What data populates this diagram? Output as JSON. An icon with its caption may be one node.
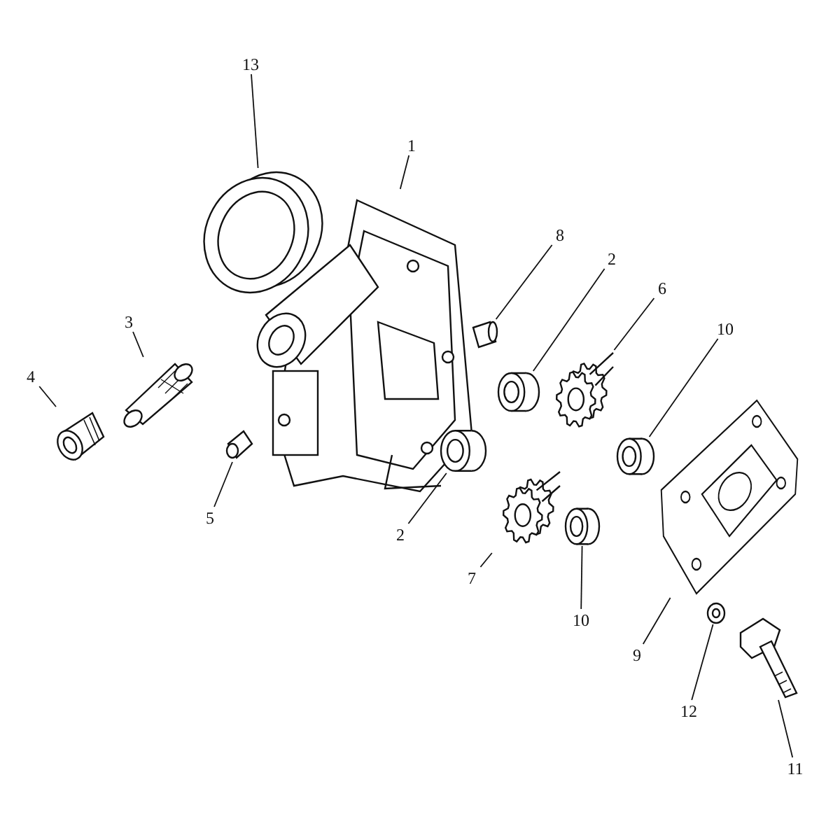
{
  "diagram": {
    "nodes": [
      {
        "text": [
          "13"
        ]
      },
      {
        "text": [
          "1"
        ]
      },
      {
        "text": [
          "8"
        ]
      },
      {
        "text": [
          "2"
        ]
      },
      {
        "text": [
          "6"
        ]
      },
      {
        "text": [
          "10"
        ]
      },
      {
        "text": [
          "3"
        ]
      },
      {
        "text": [
          "4"
        ]
      },
      {
        "text": [
          "5"
        ]
      },
      {
        "text": [
          "2"
        ]
      },
      {
        "text": [
          "7"
        ]
      },
      {
        "text": [
          "10"
        ]
      },
      {
        "text": [
          "9"
        ]
      },
      {
        "text": [
          "12"
        ]
      },
      {
        "text": [
          "11"
        ]
      },
      {
        "text": [],
        "shape": "picture"
      },
      {
        "text": [],
        "shape": "picture"
      },
      {
        "text": [],
        "shape": "picture"
      },
      {
        "text": [],
        "shape": "cylinder"
      },
      {
        "text": [],
        "shape": "picture"
      },
      {
        "text": [],
        "shape": "cylinder"
      },
      {
        "text": [],
        "shape": "picture"
      },
      {
        "text": [],
        "shape": "picture"
      },
      {
        "text": [],
        "shape": "picture"
      },
      {
        "text": [],
        "shape": "cylinder"
      },
      {
        "text": [],
        "shape": "picture"
      },
      {
        "text": [],
        "shape": "cylinder"
      },
      {
        "text": [],
        "shape": "picture"
      },
      {
        "text": [],
        "shape": "picture"
      },
      {
        "text": [],
        "shape": "picture"
      }
    ],
    "edges": [
      {
        "from": 0,
        "to": 15,
        "arrow": "none"
      },
      {
        "from": 1,
        "to": 16,
        "arrow": "none"
      },
      {
        "from": 2,
        "to": 17,
        "arrow": "none"
      },
      {
        "from": 3,
        "to": 18,
        "arrow": "none"
      },
      {
        "from": 4,
        "to": 19,
        "arrow": "none"
      },
      {
        "from": 5,
        "to": 20,
        "arrow": "none"
      },
      {
        "from": 6,
        "to": 21,
        "arrow": "none"
      },
      {
        "from": 7,
        "to": 22,
        "arrow": "none"
      },
      {
        "from": 8,
        "to": 23,
        "arrow": "none"
      },
      {
        "from": 9,
        "to": 24,
        "arrow": "none"
      },
      {
        "from": 10,
        "to": 25,
        "arrow": "none"
      },
      {
        "from": 11,
        "to": 26,
        "arrow": "none"
      },
      {
        "from": 12,
        "to": 27,
        "arrow": "none"
      },
      {
        "from": 13,
        "to": 28,
        "arrow": "none"
      },
      {
        "from": 14,
        "to": 29,
        "arrow": "none"
      }
    ]
  }
}
